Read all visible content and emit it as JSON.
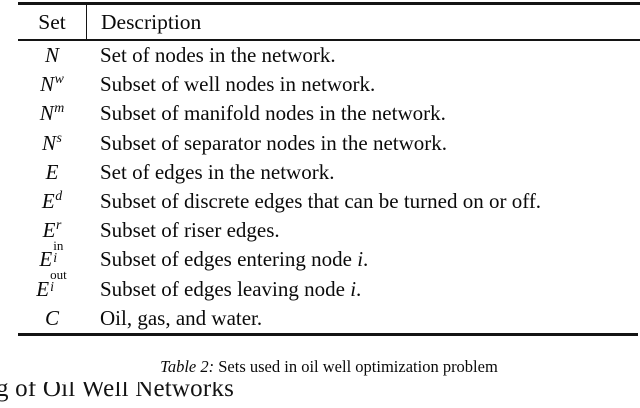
{
  "table": {
    "headers": {
      "set": "Set",
      "description": "Description"
    },
    "rows": [
      {
        "set_base": "N",
        "set_sup": "",
        "set_sub": "",
        "description": "Set of nodes in the network."
      },
      {
        "set_base": "N",
        "set_sup": "w",
        "set_sub": "",
        "description": "Subset of well nodes in network."
      },
      {
        "set_base": "N",
        "set_sup": "m",
        "set_sub": "",
        "description": "Subset of manifold nodes in the network."
      },
      {
        "set_base": "N",
        "set_sup": "s",
        "set_sub": "",
        "description": "Subset of separator nodes in the network."
      },
      {
        "set_base": "E",
        "set_sup": "",
        "set_sub": "",
        "description": "Set of edges in the network."
      },
      {
        "set_base": "E",
        "set_sup": "d",
        "set_sub": "",
        "description": "Subset of discrete edges that can be turned on or off."
      },
      {
        "set_base": "E",
        "set_sup": "r",
        "set_sub": "",
        "description": "Subset of riser edges."
      },
      {
        "set_base": "E",
        "set_sup": "in",
        "set_sub": "i",
        "description": "Subset of edges entering node i."
      },
      {
        "set_base": "E",
        "set_sup": "out",
        "set_sub": "i",
        "description": "Subset of edges leaving node i."
      },
      {
        "set_base": "C",
        "set_sup": "",
        "set_sub": "",
        "description": "Oil, gas, and water."
      }
    ]
  },
  "caption": {
    "label": "Table 2:",
    "text": " Sets used in oil well optimization problem"
  },
  "page_text": {
    "cut_heading": "g of Oil Well Networks"
  },
  "colors": {
    "text": "#0a0a0a",
    "rule": "#141414",
    "background": "#ffffff"
  }
}
